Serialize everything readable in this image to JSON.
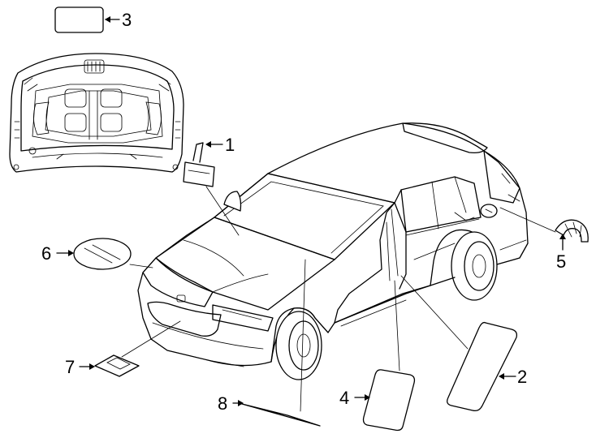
{
  "callouts": [
    {
      "id": "1",
      "label": "1",
      "part": "label-hood-sticker"
    },
    {
      "id": "2",
      "label": "2",
      "part": "label-door-pillar-large"
    },
    {
      "id": "3",
      "label": "3",
      "part": "label-hood-underside"
    },
    {
      "id": "4",
      "label": "4",
      "part": "label-door-pillar-small"
    },
    {
      "id": "5",
      "label": "5",
      "part": "label-fuel-door"
    },
    {
      "id": "6",
      "label": "6",
      "part": "label-oval"
    },
    {
      "id": "7",
      "label": "7",
      "part": "label-front-grille"
    },
    {
      "id": "8",
      "label": "8",
      "part": "label-windshield-strip"
    }
  ]
}
